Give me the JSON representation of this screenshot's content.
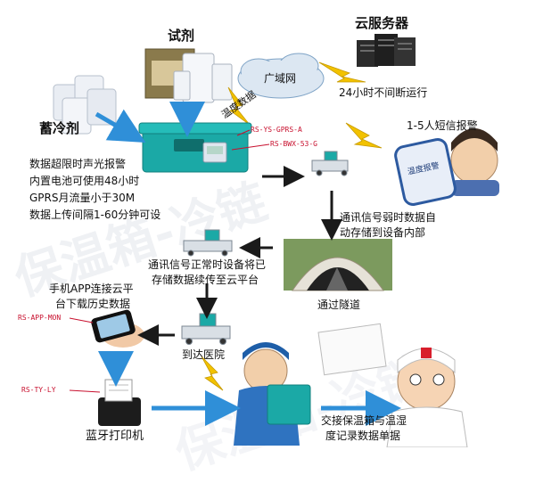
{
  "watermark": "保温箱-冷链",
  "labels": {
    "reagent": "试剂",
    "cloud_server": "云服务器",
    "wan": "广域网",
    "uninterrupted": "24小时不间断运行",
    "temp_data": "温度数据",
    "sms_alarm": "1-5人短信报警",
    "phone_screen": "温度报警",
    "ice_pack": "蓄冷剂",
    "feature_1": "数据超限时声光报警",
    "feature_2": "内置电池可使用48小时",
    "feature_3": "GPRS月流量小于30M",
    "feature_4": "数据上传间隔1-60分钟可设",
    "weak_signal_1": "通讯信号弱时数据自",
    "weak_signal_2": "动存储到设备内部",
    "normal_signal_1": "通讯信号正常时设备将已",
    "normal_signal_2": "存储数据续传至云平台",
    "tunnel": "通过隧道",
    "app_1": "手机APP连接云平",
    "app_2": "台下载历史数据",
    "hospital": "到达医院",
    "printer": "蓝牙打印机",
    "handover_1": "交接保温箱与温湿",
    "handover_2": "度记录数据单据"
  },
  "codes": {
    "gprs": "RS-YS-GPRS-A",
    "bwx": "RS-BWX-53-G",
    "app": "RS-APP-MON",
    "printer": "RS-TY-LY"
  },
  "colors": {
    "arrow_blue": "#2f8fd8",
    "arrow_black": "#1a1a1a",
    "lightning": "#f2c200",
    "box_teal": "#1ba9a6",
    "code_red": "#c8102e"
  }
}
